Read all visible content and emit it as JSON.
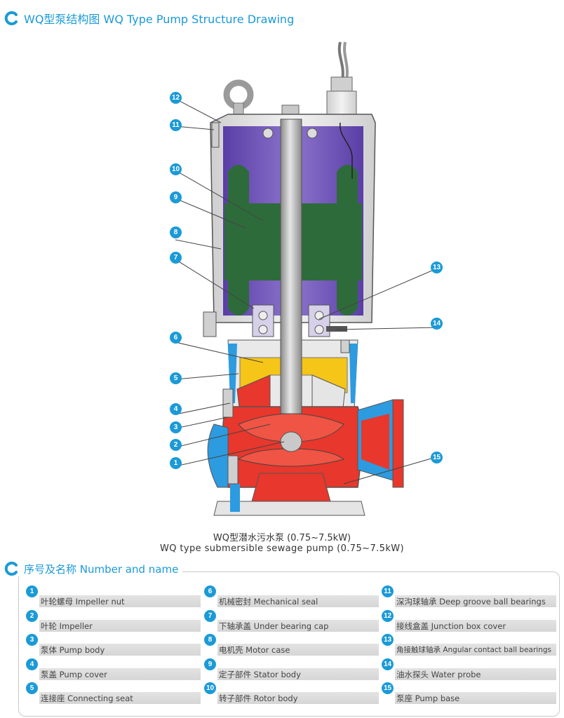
{
  "header": {
    "title": "WQ型泵结构图 WQ Type Pump Structure Drawing"
  },
  "caption": {
    "line1": "WQ型潜水污水泵 (0.75~7.5kW)",
    "line2": "WQ type submersible sewage pump (0.75~7.5kW)"
  },
  "legend": {
    "title": "序号及名称 Number and name"
  },
  "callouts_left": [
    "12",
    "11",
    "10",
    "9",
    "8",
    "7",
    "6",
    "5",
    "4",
    "3",
    "2",
    "1"
  ],
  "callouts_right": [
    "13",
    "14",
    "15"
  ],
  "parts": [
    {
      "num": "1",
      "name": "叶轮螺母 Impeller nut"
    },
    {
      "num": "2",
      "name": "叶轮 Impeller"
    },
    {
      "num": "3",
      "name": "泵体 Pump body"
    },
    {
      "num": "4",
      "name": "泵盖 Pump cover"
    },
    {
      "num": "5",
      "name": "连接座 Connecting seat"
    },
    {
      "num": "6",
      "name": "机械密封 Mechanical seal"
    },
    {
      "num": "7",
      "name": "下轴承盖 Under bearing cap"
    },
    {
      "num": "8",
      "name": "电机壳 Motor case"
    },
    {
      "num": "9",
      "name": "定子部件 Stator body"
    },
    {
      "num": "10",
      "name": "转子部件 Rotor body"
    },
    {
      "num": "11",
      "name": "深沟球轴承 Deep groove ball bearings"
    },
    {
      "num": "12",
      "name": "接线盒盖 Junction box cover"
    },
    {
      "num": "13",
      "name": "角接触球轴承 Angular contact ball bearings"
    },
    {
      "num": "14",
      "name": "油水探头 Water probe"
    },
    {
      "num": "15",
      "name": "泵座 Pump base"
    }
  ],
  "colors": {
    "accent": "#1b9ad7",
    "motor": "#6a4bb0",
    "stator": "#2e6b3a",
    "seal": "#f5c518",
    "pump": "#e8372c",
    "outlet": "#2d9be0",
    "casing": "#e5e5e5"
  }
}
